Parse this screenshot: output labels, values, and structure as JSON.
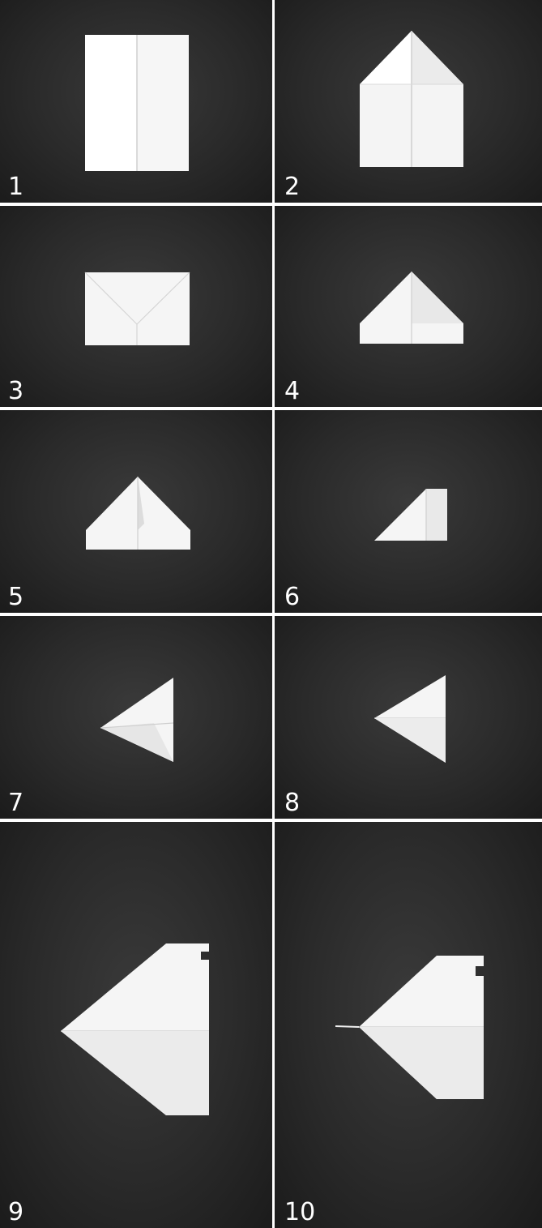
{
  "steps": [
    {
      "label": "1"
    },
    {
      "label": "2"
    },
    {
      "label": "3"
    },
    {
      "label": "4"
    },
    {
      "label": "5"
    },
    {
      "label": "6"
    },
    {
      "label": "7"
    },
    {
      "label": "8"
    },
    {
      "label": "9"
    },
    {
      "label": "10"
    }
  ],
  "colors": {
    "background": "#2a2a2a",
    "paper": "#f6f6f6",
    "paper_shade": "#dcdcdc",
    "divider": "#ffffff",
    "label": "#ffffff"
  }
}
